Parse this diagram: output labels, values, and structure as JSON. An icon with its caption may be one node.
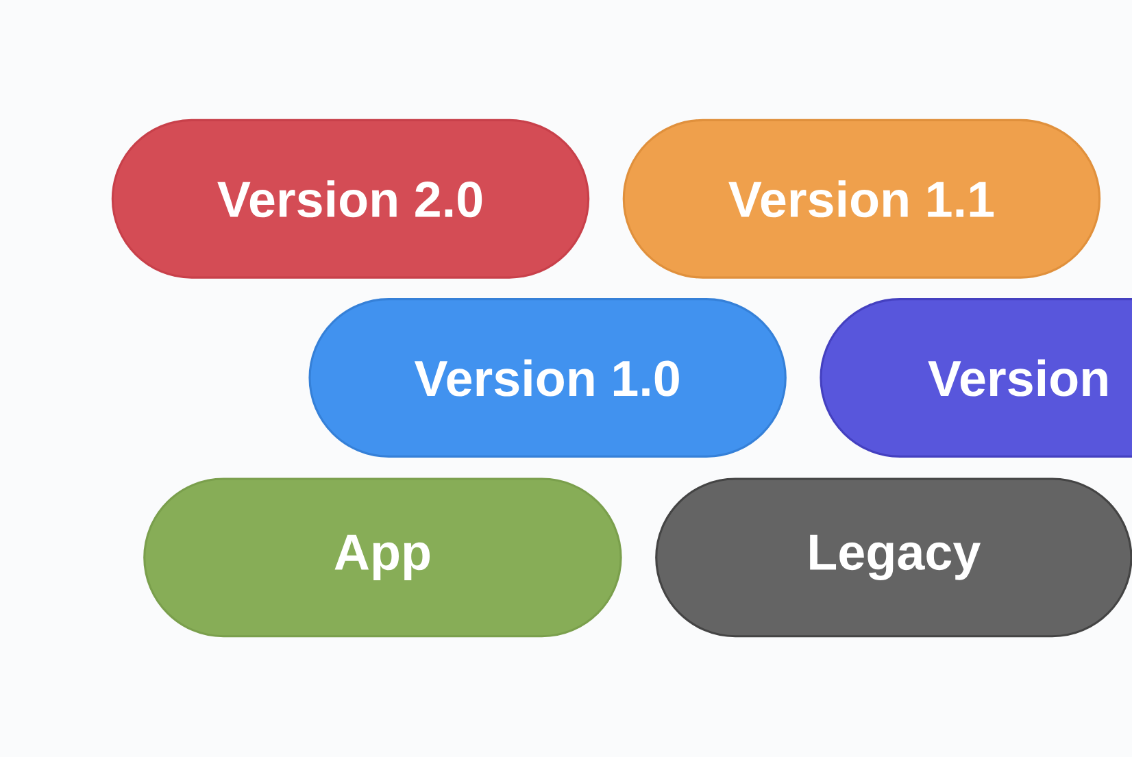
{
  "diagram": {
    "nodes": [
      {
        "text": [
          "Version 2.0"
        ]
      },
      {
        "text": [
          "Version 1.1"
        ]
      },
      {
        "text": [
          "Version 1.0"
        ]
      },
      {
        "text": [
          "Version"
        ]
      },
      {
        "text": [
          "App"
        ]
      },
      {
        "text": [
          "Legacy"
        ]
      }
    ]
  }
}
